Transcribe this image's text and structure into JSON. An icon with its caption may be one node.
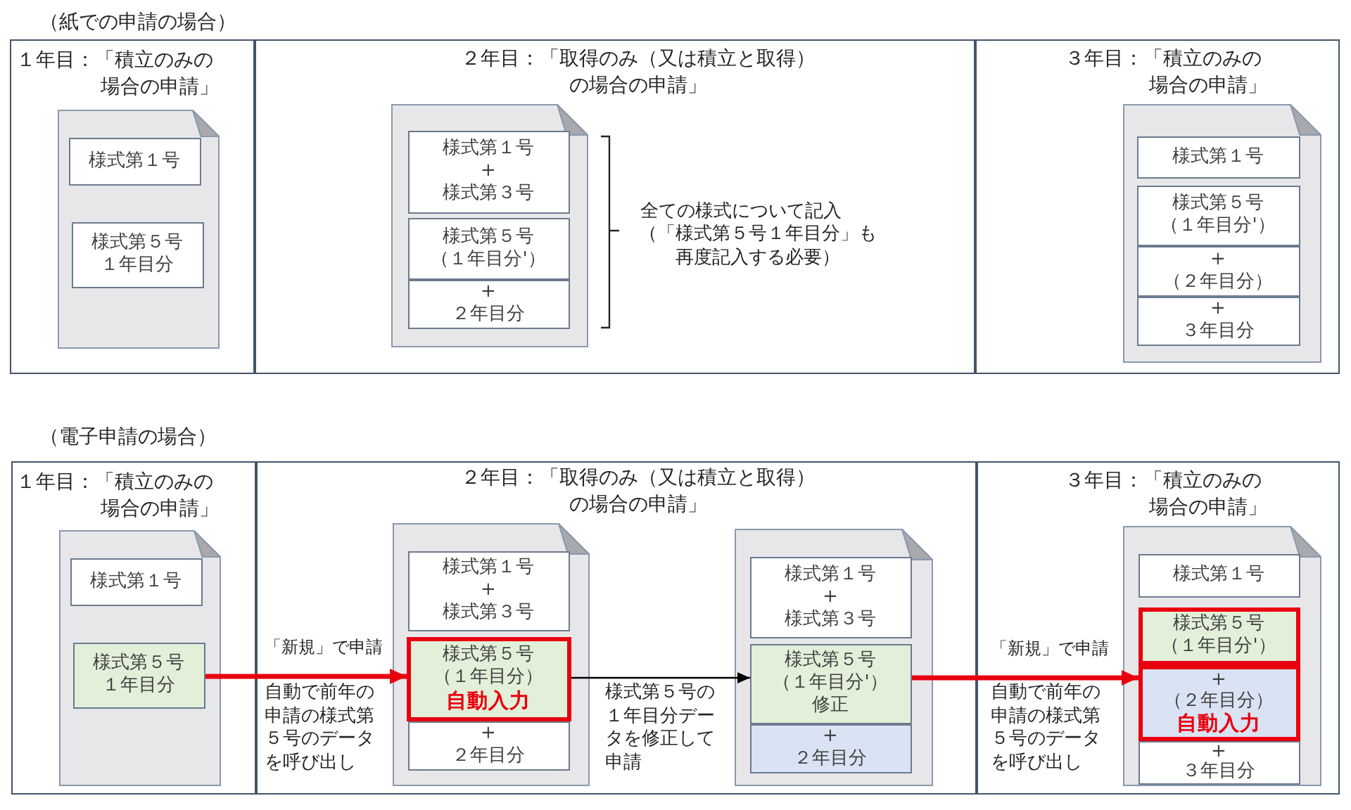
{
  "diagram": {
    "nodes": [
      {
        "text": [
          "１年目：「積立のみの場合の申請」"
        ]
      },
      {
        "text": [],
        "shape": "document",
        "in": 0
      },
      {
        "text": [
          "様式第１号"
        ],
        "in": 1
      },
      {
        "text": [
          "様式第５号１年目分"
        ],
        "in": 1
      },
      {
        "text": [
          "２年目：「取得のみ（又は積立と取得）の場合の申請」"
        ]
      },
      {
        "text": [],
        "shape": "document",
        "in": 4
      },
      {
        "text": [
          "様式第１号",
          "+",
          "様式第３号"
        ],
        "in": 5
      },
      {
        "text": [
          "様式第５号（１年目分'）"
        ],
        "in": 5
      },
      {
        "text": [
          "+",
          "２年目分"
        ],
        "in": 5
      },
      {
        "text": [
          "３年目：「積立のみの場合の申請」"
        ]
      },
      {
        "text": [],
        "shape": "document",
        "in": 9
      },
      {
        "text": [
          "様式第１号"
        ],
        "in": 10
      },
      {
        "text": [
          "様式第５号（１年目分'）"
        ],
        "in": 10
      },
      {
        "text": [
          "+",
          "（２年目分）"
        ],
        "in": 10
      },
      {
        "text": [
          "+",
          "３年目分"
        ],
        "in": 10
      },
      {
        "text": [
          "１年目：「積立のみの場合の申請」"
        ]
      },
      {
        "text": [],
        "shape": "document",
        "in": 15
      },
      {
        "text": [
          "様式第１号"
        ],
        "in": 16
      },
      {
        "text": [
          "様式第５号１年目分"
        ],
        "in": 16
      },
      {
        "text": [
          "２年目：「取得のみ（又は積立と取得）の場合の申請」"
        ]
      },
      {
        "text": [],
        "shape": "document",
        "in": 19
      },
      {
        "text": [
          "様式第１号",
          "+",
          "様式第３号"
        ],
        "in": 20
      },
      {
        "text": [
          "様式第５号（１年目分）",
          "自動入力"
        ],
        "in": 20
      },
      {
        "text": [
          "+",
          "２年目分"
        ],
        "in": 20
      },
      {
        "text": [],
        "shape": "document",
        "in": 19
      },
      {
        "text": [
          "様式第１号",
          "+",
          "様式第３号"
        ],
        "in": 24
      },
      {
        "text": [
          "様式第５号（１年目分'）修正"
        ],
        "in": 24
      },
      {
        "text": [
          "+",
          "２年目分"
        ],
        "in": 24
      },
      {
        "text": [
          "３年目：「積立のみの場合の申請」"
        ]
      },
      {
        "text": [],
        "shape": "document",
        "in": 28
      },
      {
        "text": [
          "様式第１号"
        ],
        "in": 29
      },
      {
        "text": [
          "様式第５号（１年目分'）"
        ],
        "in": 29
      },
      {
        "text": [
          "+",
          "（２年目分）",
          "自動入力"
        ],
        "in": 29
      },
      {
        "text": [
          "+",
          "３年目分"
        ],
        "in": 29
      }
    ],
    "edges": [
      {
        "from": 18,
        "to": 22,
        "arrow": "to",
        "label": "「新規」で申請"
      },
      {
        "from": 22,
        "to": 26,
        "arrow": "to",
        "label": "様式第５号の１年目分データを修正して申請",
        "color": "#000000"
      },
      {
        "from": 26,
        "to": 32,
        "arrow": "to",
        "label": "「新規」で申請"
      }
    ],
    "labels": [
      "（紙での申請の場合）",
      "全ての様式について記入",
      "（「様式第５号１年目分」も再度記入する必要）",
      "（電子申請の場合）",
      "自動で前年の申請の様式第５号のデータを呼び出し",
      "自動で前年の申請の様式第５号のデータを呼び出し"
    ]
  }
}
